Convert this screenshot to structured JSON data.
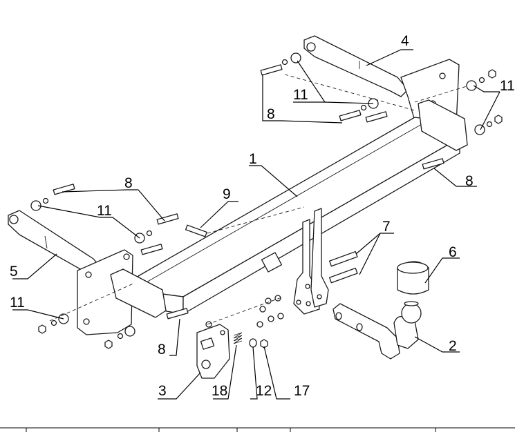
{
  "callouts": [
    {
      "id": "c1",
      "text": "1"
    },
    {
      "id": "c2",
      "text": "2"
    },
    {
      "id": "c3",
      "text": "3"
    },
    {
      "id": "c4",
      "text": "4"
    },
    {
      "id": "c5",
      "text": "5"
    },
    {
      "id": "c6",
      "text": "6"
    },
    {
      "id": "c7",
      "text": "7"
    },
    {
      "id": "c8a",
      "text": "8"
    },
    {
      "id": "c8b",
      "text": "8"
    },
    {
      "id": "c8c",
      "text": "8"
    },
    {
      "id": "c8d",
      "text": "8"
    },
    {
      "id": "c9",
      "text": "9"
    },
    {
      "id": "c11a",
      "text": "11"
    },
    {
      "id": "c11b",
      "text": "11"
    },
    {
      "id": "c11c",
      "text": "11"
    },
    {
      "id": "c11d",
      "text": "11"
    },
    {
      "id": "c12",
      "text": "12"
    },
    {
      "id": "c17",
      "text": "17"
    },
    {
      "id": "c18",
      "text": "18"
    }
  ]
}
